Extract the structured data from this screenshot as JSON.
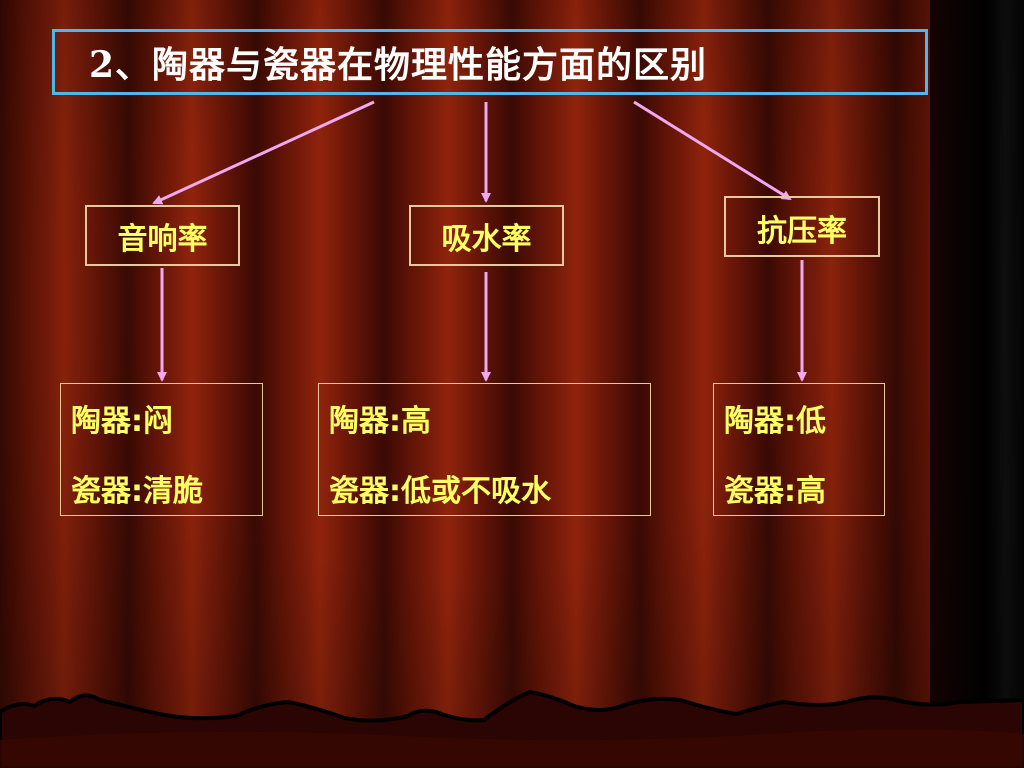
{
  "title": "2、陶器与瓷器在物理性能方面的区别",
  "properties": [
    {
      "label": "音响率",
      "details": [
        "陶器:闷",
        "瓷器:清脆"
      ]
    },
    {
      "label": "吸水率",
      "details": [
        "陶器:高",
        "瓷器:低或不吸水"
      ]
    },
    {
      "label": "抗压率",
      "details": [
        "陶器:低",
        "瓷器:高"
      ]
    }
  ],
  "colors": {
    "title_border": "#4fb7ea",
    "title_text": "#ffffff",
    "box_text": "#ffff66",
    "box_border": "#e8c8a0",
    "arrow": "#f0a8f0",
    "curtain": "#7a1c0a"
  }
}
